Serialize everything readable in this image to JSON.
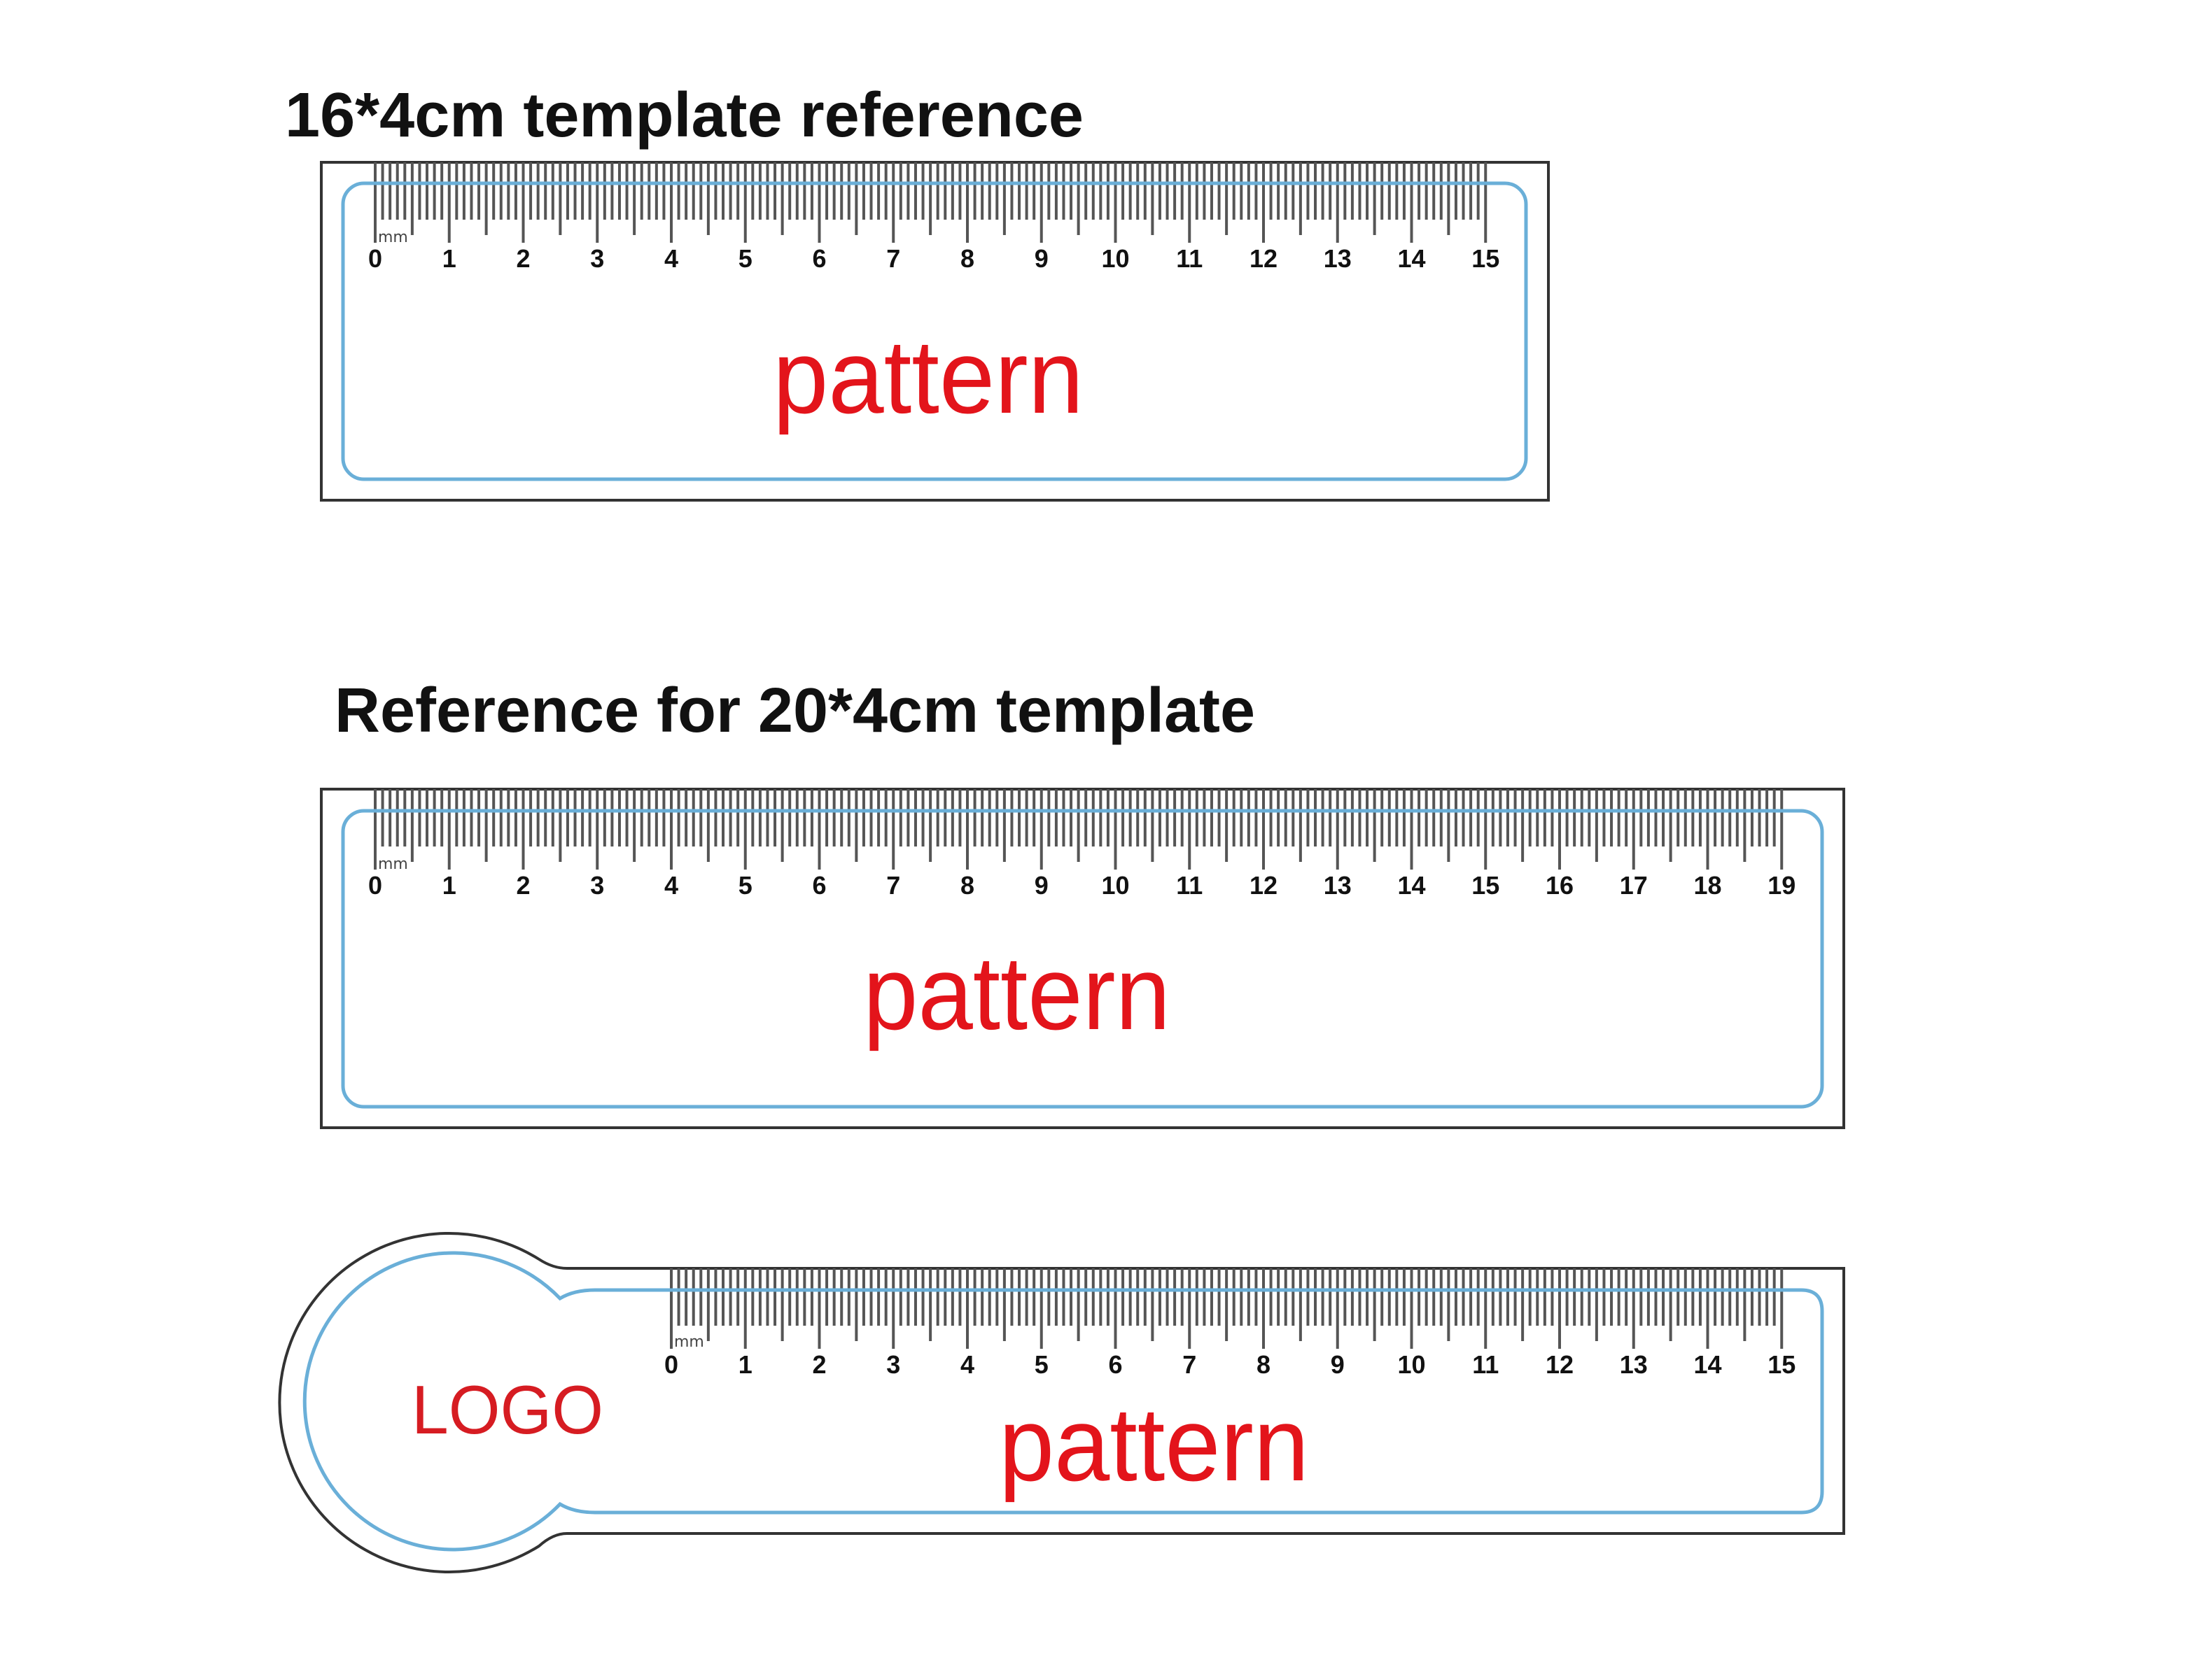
{
  "templates": [
    {
      "title": "16*4cm template reference",
      "pattern": "pattern",
      "unit": "mm",
      "scale_max_cm": 15
    },
    {
      "title": "Reference for 20*4cm template",
      "pattern": "pattern",
      "unit": "mm",
      "scale_max_cm": 19
    },
    {
      "logo": "LOGO",
      "pattern": "pattern",
      "unit": "mm",
      "scale_max_cm": 15
    }
  ],
  "colors": {
    "outline": "#333333",
    "inner_border": "#6aafd8",
    "pattern_text": "#e3141b",
    "tick": "#555555"
  }
}
